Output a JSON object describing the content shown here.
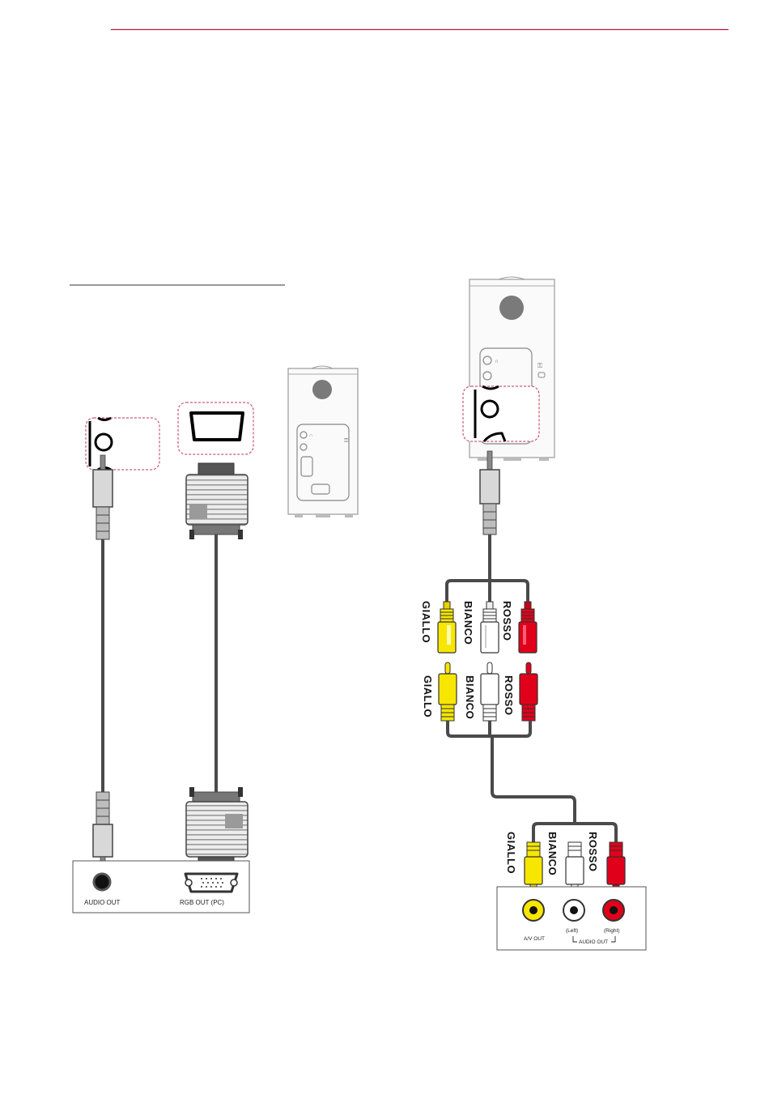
{
  "colors": {
    "header_rule": "#b5173f",
    "yellow": "#f7e600",
    "white_plug": "#ffffff",
    "red": "#e1001a",
    "cable": "#4a4a4a",
    "callout": "#c0334f"
  },
  "pc_panel": {
    "audio_out_label": "AUDIO OUT",
    "rgb_out_label": "RGB OUT (PC)"
  },
  "av_panel": {
    "av_out_label": "A/V OUT",
    "left_label": "(Left)",
    "right_label": "(Right)",
    "audio_out_label": "AUDIO OUT"
  },
  "rca_labels": {
    "yellow": "GIALLO",
    "white": "BIANCO",
    "red": "ROSSO"
  },
  "icons": [
    "headphone-icon",
    "lock-icon",
    "hdmi-port-icon",
    "rgb-port-icon",
    "audio-jack-icon"
  ]
}
